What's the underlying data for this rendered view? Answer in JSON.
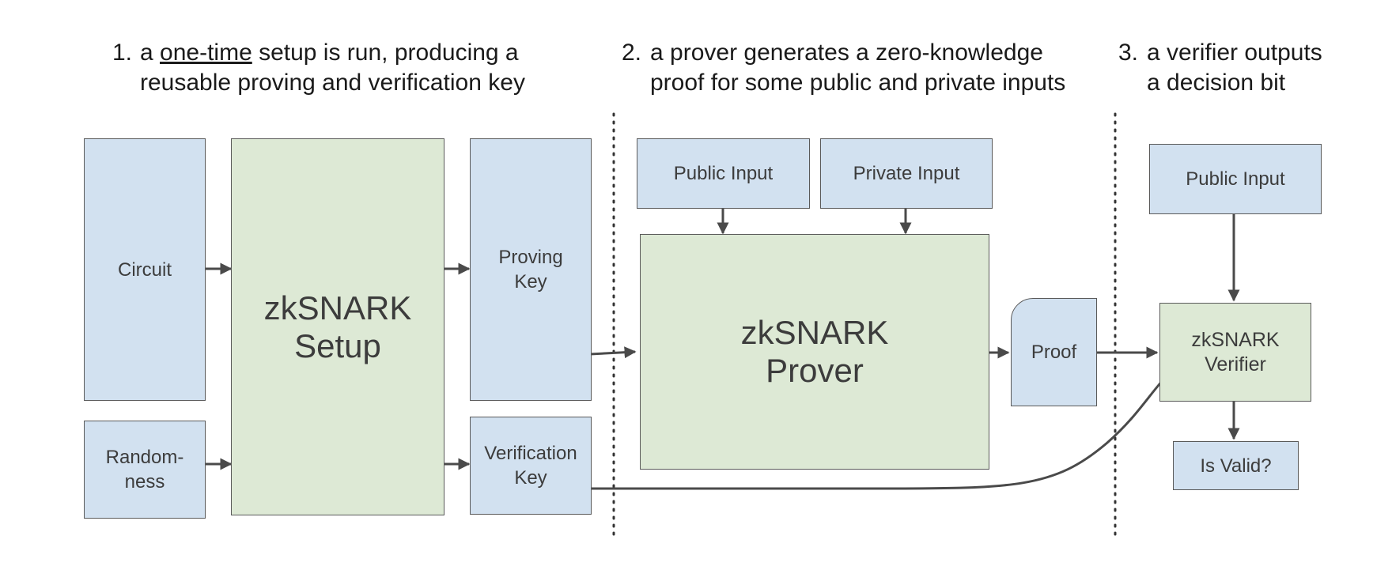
{
  "headings": {
    "step1": {
      "number": "1.",
      "line1_pre": "a ",
      "line1_underlined": "one-time",
      "line1_post": " setup is run, producing a",
      "line2": "reusable proving and verification key"
    },
    "step2": {
      "number": "2.",
      "line1": "a prover generates a zero-knowledge",
      "line2": "proof for some public and private inputs"
    },
    "step3": {
      "number": "3.",
      "line1": "a verifier outputs",
      "line2": "a decision bit"
    }
  },
  "setup": {
    "circuit": "Circuit",
    "randomness_line1": "Random-",
    "randomness_line2": "ness",
    "setup_line1": "zkSNARK",
    "setup_line2": "Setup",
    "proving_key_line1": "Proving",
    "proving_key_line2": "Key",
    "verification_key_line1": "Verification",
    "verification_key_line2": "Key"
  },
  "prover": {
    "public_input": "Public Input",
    "private_input": "Private Input",
    "prover_line1": "zkSNARK",
    "prover_line2": "Prover",
    "proof": "Proof"
  },
  "verifier": {
    "public_input": "Public Input",
    "verifier_line1": "zkSNARK",
    "verifier_line2": "Verifier",
    "is_valid": "Is Valid?"
  },
  "colors": {
    "input_box": "#d2e1f0",
    "process_box": "#dde9d5",
    "stroke": "#4a4a4a"
  }
}
